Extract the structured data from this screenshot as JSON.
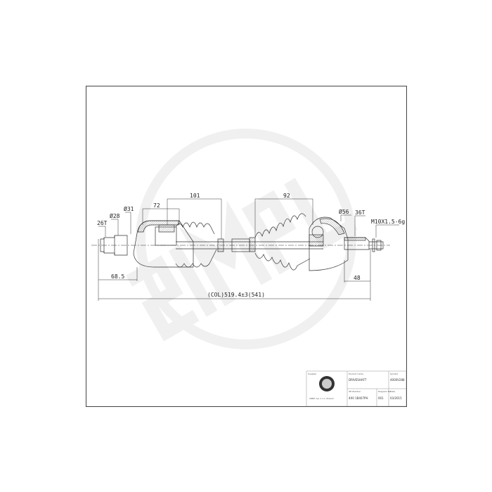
{
  "dimensions": {
    "spline_left": "26T",
    "dia_28": "Ø28",
    "dia_31": "Ø31",
    "len_72": "72",
    "len_101": "101",
    "len_92": "92",
    "dia_56": "Ø56",
    "spline_right": "36T",
    "thread": "M10X1.5-6g",
    "len_68_5": "68.5",
    "len_48": "48",
    "overall": "(COL)519.4±3(541)"
  },
  "title_block": {
    "supplier_label": "Supplier",
    "supplier_address": "SIMPL Sp. z o.o. Poland",
    "product_label": "Product name",
    "product_value": "DRIVESHAFT",
    "symbol_label": "Symbol",
    "symbol_value": "4000V288",
    "oe_label": "OE Number",
    "oe_value": "4X0 1B407PH",
    "diagram_label": "Diagram No",
    "diagram_value": "001",
    "date_label": "Date",
    "date_value": "03/2015"
  },
  "colors": {
    "line": "#333333",
    "watermark": "#efefef",
    "hatch": "#777777"
  }
}
